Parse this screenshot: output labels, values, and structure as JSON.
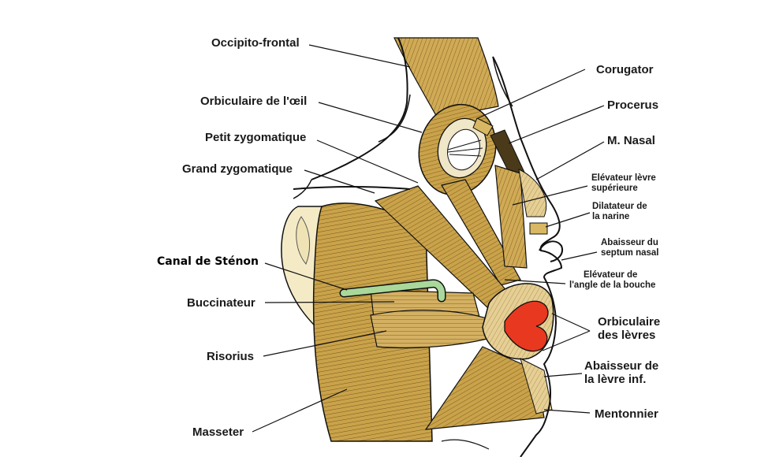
{
  "labels": {
    "occipito_frontal": "Occipito-frontal",
    "orbiculaire_oeil": "Orbiculaire de l'œil",
    "petit_zygomatique": "Petit zygomatique",
    "grand_zygomatique": "Grand zygomatique",
    "canal_stenon": "Canal de Sténon",
    "buccinateur": "Buccinateur",
    "risorius": "Risorius",
    "masseter": "Masseter",
    "corugator": "Corugator",
    "procerus": "Procerus",
    "m_nasal": "M. Nasal",
    "elevateur_levre_1": "Elévateur lèvre",
    "elevateur_levre_2": "supérieure",
    "dilatateur_1": "Dilatateur de",
    "dilatateur_2": "la narine",
    "abaisseur_septum_1": "Abaisseur du",
    "abaisseur_septum_2": "septum nasal",
    "elevateur_angle_1": "Elévateur de",
    "elevateur_angle_2": "l'angle de la bouche",
    "orbiculaire_levres_1": "Orbiculaire",
    "orbiculaire_levres_2": "des lèvres",
    "abaisseur_levre_1": "Abaisseur de",
    "abaisseur_levre_2": "la lèvre inf.",
    "mentonnier": "Mentonnier"
  },
  "colors": {
    "muscle": "#c9a24a",
    "muscle_light": "#d9b863",
    "muscle_pale": "#e8cf8c",
    "muscle_dark": "#8a6a22",
    "parotid": "#f4ebc6",
    "lips": "#e8381f",
    "duct": "#a9d89a",
    "outline": "#111111"
  }
}
